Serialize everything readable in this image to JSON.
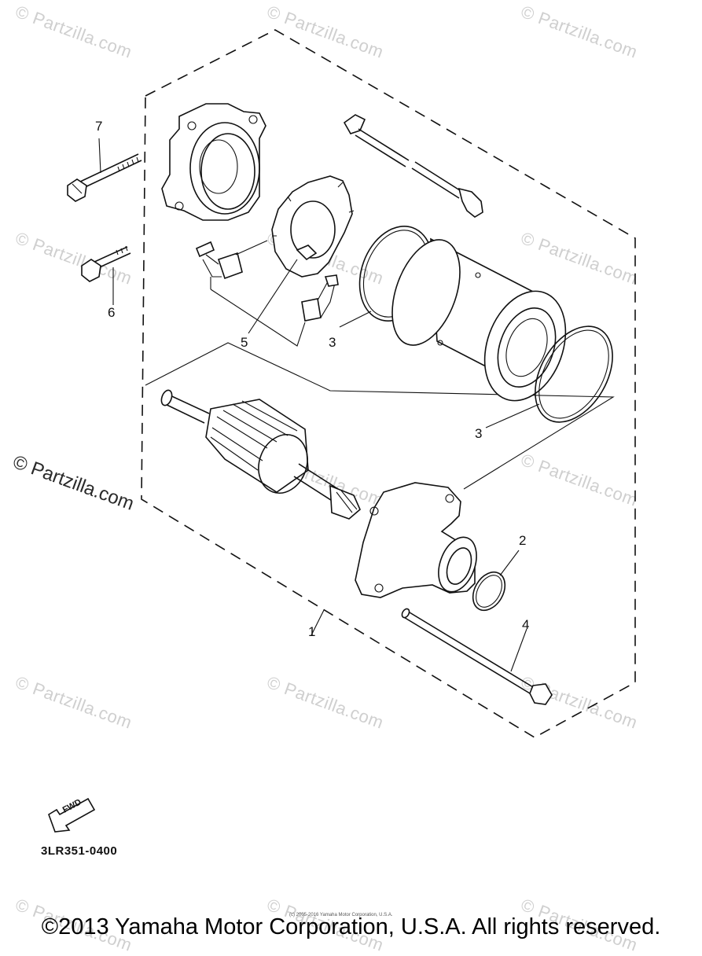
{
  "watermark": {
    "text": "© Partzilla.com"
  },
  "diagram": {
    "part_code": "3LR351-0400",
    "fwd_label": "FWD",
    "callouts": {
      "c1": "1",
      "c2": "2",
      "c3a": "3",
      "c3b": "3",
      "c4": "4",
      "c5": "5",
      "c6": "6",
      "c7": "7"
    }
  },
  "footer": {
    "small_copyright": "(c) 2005-2016 Yamaha Motor Corporation, U.S.A.",
    "copyright": "©2013 Yamaha Motor Corporation, U.S.A. All rights reserved."
  },
  "colors": {
    "line": "#111111",
    "watermark": "#cfcfcf",
    "background": "#ffffff"
  }
}
